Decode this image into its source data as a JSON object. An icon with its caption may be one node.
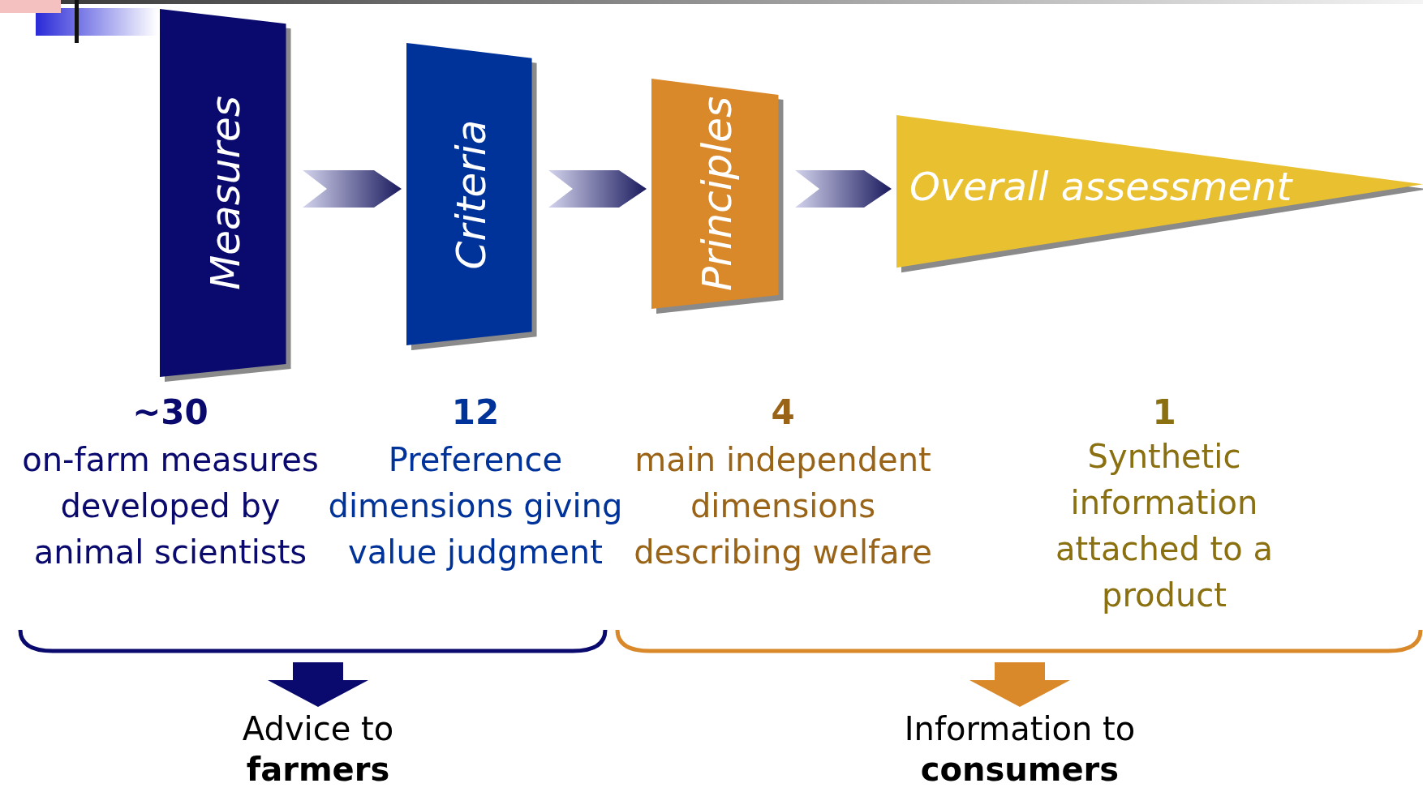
{
  "diagram": {
    "nodes": [
      {
        "text": [
          "Measures"
        ]
      },
      {
        "text": [
          "Criteria"
        ]
      },
      {
        "text": [
          "Principles"
        ]
      },
      {
        "text": [
          "Overall assessment"
        ]
      },
      {
        "text": [],
        "shape": "bracket"
      },
      {
        "text": [],
        "shape": "bracket"
      },
      {
        "text": [
          "Advice to **farmers**"
        ]
      },
      {
        "text": [
          "Information to **consumers**"
        ]
      }
    ],
    "edges": [
      {
        "from": 0,
        "to": 1,
        "arrow": "to"
      },
      {
        "from": 1,
        "to": 2,
        "arrow": "to"
      },
      {
        "from": 2,
        "to": 3,
        "arrow": "to"
      },
      {
        "from": 4,
        "to": 6,
        "arrow": "to",
        "style": "thick",
        "color": "#0a0a6e"
      },
      {
        "from": 5,
        "to": 7,
        "arrow": "to",
        "style": "thick",
        "color": "#d9892a"
      }
    ],
    "labels": [
      "~30",
      "on-farm measures developed by animal scientists",
      "12",
      "Preference dimensions giving value judgment",
      "4",
      "main independent dimensions describing welfare",
      "1",
      "Synthetic information attached to a product"
    ]
  }
}
